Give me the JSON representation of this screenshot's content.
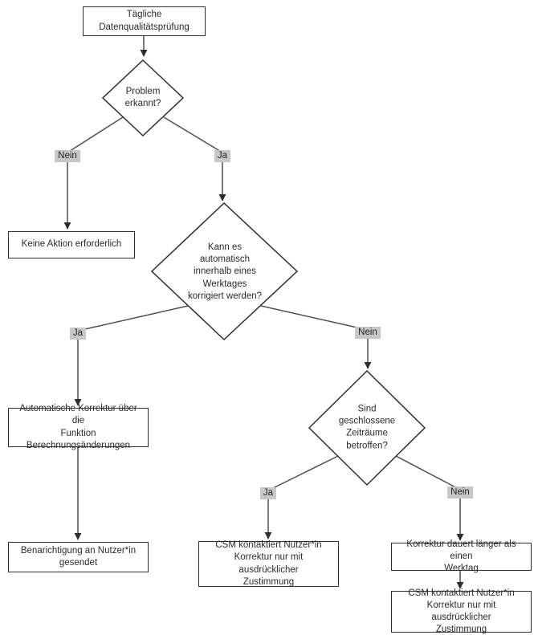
{
  "colors": {
    "background": "#ffffff",
    "node_border": "#2e2e2e",
    "connector": "#4f4f4f",
    "text": "#2b2b2b",
    "edge_label_bg": "#c7c7c7"
  },
  "flowchart": {
    "nodes": {
      "start": {
        "type": "process",
        "label": "Tägliche\nDatenqualitätsprüfung"
      },
      "problem_erkannt": {
        "type": "decision",
        "label": "Problem\nerkannt?"
      },
      "keine_aktion": {
        "type": "process",
        "label": "Keine Aktion erforderlich"
      },
      "auto_moeglich": {
        "type": "decision",
        "label": "Kann es\nautomatisch\ninnerhalb eines\nWerktages\nkorrigiert werden?"
      },
      "auto_korrektur": {
        "type": "process",
        "label": "Automatische Korrektur über die\nFunktion Berechnungsänderungen"
      },
      "benachrichtigung": {
        "type": "process",
        "label": "Benarichtigung an Nutzer*in\ngesendet"
      },
      "zeitraeume": {
        "type": "decision",
        "label": "Sind\ngeschlossene\nZeiträume\nbetroffen?"
      },
      "csm_kontakt_ja": {
        "type": "process",
        "label": "CSM kontaktiert Nutzer*in\nKorrektur nur mit ausdrücklicher\nZustimmung"
      },
      "korrektur_dauer": {
        "type": "process",
        "label": "Korrektur dauert länger als einen\nWerktag"
      },
      "csm_kontakt_nein": {
        "type": "process",
        "label": "CSM kontaktiert Nutzer*in\nKorrektur nur mit ausdrücklicher\nZustimmung"
      }
    },
    "edge_labels": {
      "nein1": "Nein",
      "ja1": "Ja",
      "ja2": "Ja",
      "nein2": "Nein",
      "ja3": "Ja",
      "nein3": "Nein"
    }
  }
}
